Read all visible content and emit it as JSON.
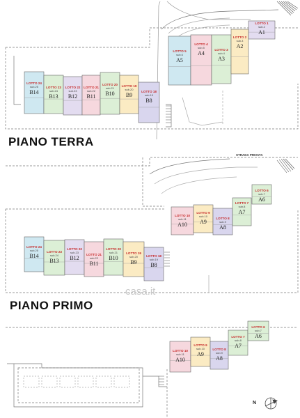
{
  "headings": {
    "ground_floor": "PIANO TERRA",
    "first_floor": "PIANO PRIMO",
    "road": "STRADA PRIVATA",
    "north": "N",
    "watermark": "casa.it"
  },
  "floors": [
    {
      "name": "piano-terra",
      "units": [
        {
          "lotto": "LOTTO 24",
          "sub": "sub.25",
          "code": "B14",
          "color": "#cfe8f1"
        },
        {
          "lotto": "LOTTO 23",
          "sub": "sub.24",
          "code": "B13",
          "color": "#dcefd6"
        },
        {
          "lotto": "LOTTO 22",
          "sub": "sub.23",
          "code": "B12",
          "color": "#e3dcf0"
        },
        {
          "lotto": "LOTTO 21",
          "sub": "sub.22",
          "code": "B11",
          "color": "#f6d8de"
        },
        {
          "lotto": "LOTTO 20",
          "sub": "sub.21",
          "code": "B10",
          "color": "#dcefd6"
        },
        {
          "lotto": "LOTTO 19",
          "sub": "sub.20",
          "code": "B9",
          "color": "#fbebc3"
        },
        {
          "lotto": "LOTTO 18",
          "sub": "sub.19",
          "code": "B8",
          "color": "#d9d6ee"
        },
        {
          "lotto": "LOTTO 5",
          "sub": "sub.6",
          "code": "A5",
          "color": "#cfe8f1"
        },
        {
          "lotto": "LOTTO 4",
          "sub": "sub.5",
          "code": "A4",
          "color": "#f6d8de"
        },
        {
          "lotto": "LOTTO 3",
          "sub": "sub.4",
          "code": "A3",
          "color": "#dcefd6"
        },
        {
          "lotto": "LOTTO 2",
          "sub": "sub.3",
          "code": "A2",
          "color": "#fbebc3"
        },
        {
          "lotto": "LOTTO 1",
          "sub": "sub.2",
          "code": "A1",
          "color": "#e3dcf0"
        }
      ]
    },
    {
      "name": "piano-primo",
      "units": [
        {
          "lotto": "LOTTO 24",
          "sub": "sub.25",
          "code": "B14",
          "color": "#cfe8f1"
        },
        {
          "lotto": "LOTTO 23",
          "sub": "sub.24",
          "code": "B13",
          "color": "#dcefd6"
        },
        {
          "lotto": "LOTTO 22",
          "sub": "sub.23",
          "code": "B12",
          "color": "#e3dcf0"
        },
        {
          "lotto": "LOTTO 21",
          "sub": "sub.22",
          "code": "B11",
          "color": "#f6d8de"
        },
        {
          "lotto": "LOTTO 20",
          "sub": "sub.21",
          "code": "B10",
          "color": "#dcefd6"
        },
        {
          "lotto": "LOTTO 19",
          "sub": "sub.20",
          "code": "B9",
          "color": "#fbebc3"
        },
        {
          "lotto": "LOTTO 18",
          "sub": "sub.19",
          "code": "B8",
          "color": "#d9d6ee"
        },
        {
          "lotto": "LOTTO 10",
          "sub": "sub.11",
          "code": "A10",
          "color": "#f6d8de"
        },
        {
          "lotto": "LOTTO 9",
          "sub": "sub.10",
          "code": "A9",
          "color": "#fbebc3"
        },
        {
          "lotto": "LOTTO 8",
          "sub": "sub.9",
          "code": "A8",
          "color": "#d9d6ee"
        },
        {
          "lotto": "LOTTO 7",
          "sub": "sub.8",
          "code": "A7",
          "color": "#dcefd6"
        },
        {
          "lotto": "LOTTO 6",
          "sub": "sub.7",
          "code": "A6",
          "color": "#dcefd6"
        }
      ]
    },
    {
      "name": "piano-secondo",
      "units": [
        {
          "lotto": "LOTTO 10",
          "sub": "sub.11",
          "code": "A10",
          "color": "#f6d8de"
        },
        {
          "lotto": "LOTTO 9",
          "sub": "sub.10",
          "code": "A9",
          "color": "#fbebc3"
        },
        {
          "lotto": "LOTTO 8",
          "sub": "sub.9",
          "code": "A8",
          "color": "#d9d6ee"
        },
        {
          "lotto": "LOTTO 7",
          "sub": "sub.8",
          "code": "A7",
          "color": "#dcefd6"
        },
        {
          "lotto": "LOTTO 6",
          "sub": "sub.7",
          "code": "A6",
          "color": "#dcefd6"
        }
      ]
    }
  ]
}
